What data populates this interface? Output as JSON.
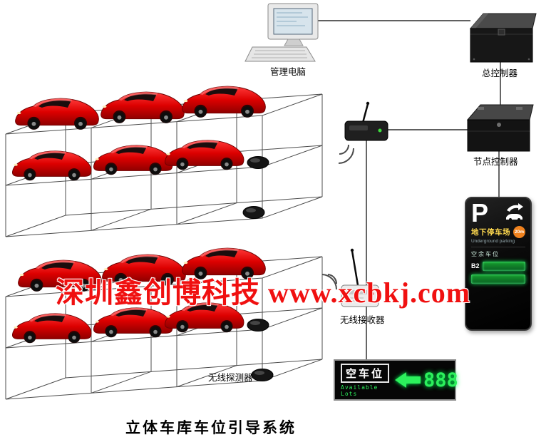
{
  "diagram_title": "立体车库车位引导系统",
  "watermark": "深圳鑫创博科技 www.xcbkj.com",
  "labels": {
    "computer": "管理电脑",
    "master_controller": "总控制器",
    "node_controller": "节点控制器",
    "wireless_receiver": "无线接收器",
    "wireless_detector": "无线探测器"
  },
  "parking_sign": {
    "p_letter": "P",
    "name_cn": "地下停车场",
    "name_en": "Underground parking",
    "badge": "20m",
    "spaces_label": "空余车位",
    "floor": "B2"
  },
  "lots_panel": {
    "title_cn": "空车位",
    "title_en": "Available Lots",
    "count": "888"
  },
  "colors": {
    "led_green": "#2cf05c",
    "sign_yellow": "#ffd94f",
    "badge_orange": "#f0821e",
    "car_red": "#d40000",
    "watermark_red": "#f01010"
  }
}
